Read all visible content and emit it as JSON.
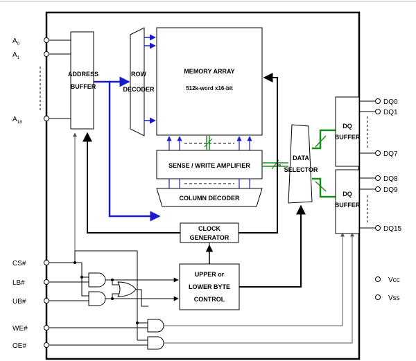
{
  "blocks": {
    "address_buffer": [
      "ADDRESS",
      "BUFFER"
    ],
    "row_decoder": [
      "ROW",
      "DECODER"
    ],
    "memory_array": [
      "MEMORY ARRAY",
      "512k-word x16-bit"
    ],
    "sense_write_amp": "SENSE / WRITE AMPLIFIER",
    "column_decoder": "COLUMN DECODER",
    "clock_generator": [
      "CLOCK",
      "GENERATOR"
    ],
    "byte_control": [
      "UPPER or",
      "LOWER BYTE",
      "CONTROL"
    ],
    "data_selector": [
      "DATA",
      "SELECTOR"
    ],
    "dq_buffer_upper": [
      "DQ",
      "BUFFER"
    ],
    "dq_buffer_lower": [
      "DQ",
      "BUFFER"
    ]
  },
  "pins": {
    "a0": {
      "base": "A",
      "sub": "0"
    },
    "a1": {
      "base": "A",
      "sub": "1"
    },
    "a18": {
      "base": "A",
      "sub": "18"
    },
    "cs": "CS#",
    "lb": "LB#",
    "ub": "UB#",
    "we": "WE#",
    "oe": "OE#",
    "dq0": "DQ0",
    "dq1": "DQ1",
    "dq7": "DQ7",
    "dq8": "DQ8",
    "dq9": "DQ9",
    "dq15": "DQ15",
    "vcc": "Vcc",
    "vss": "Vss"
  },
  "colors": {
    "address_bus": "#1a1ad0",
    "data_bus": "#1a8c1a",
    "line": "#000000",
    "feedback": "#555555"
  }
}
